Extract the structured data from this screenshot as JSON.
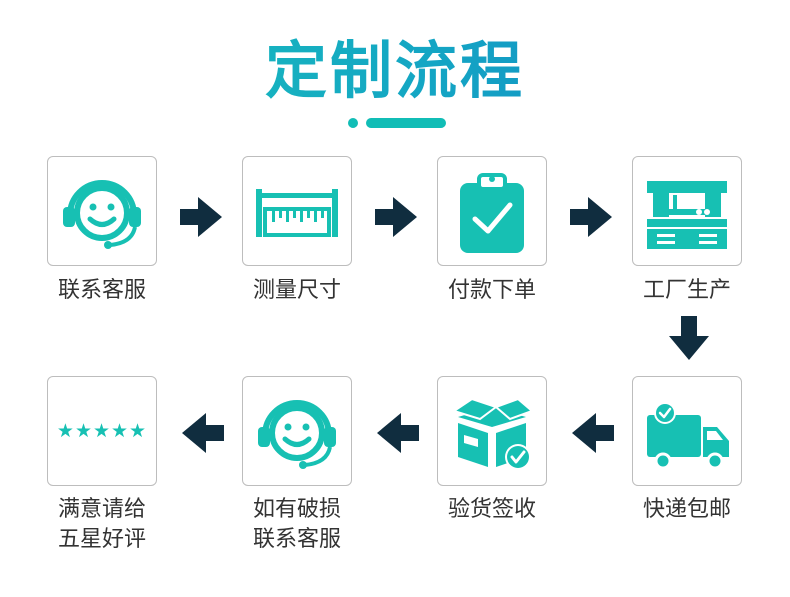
{
  "title": "定制流程",
  "colors": {
    "accent": "#17c0b3",
    "arrow": "#102d3f"
  },
  "steps": [
    {
      "label": "联系客服",
      "icon": "headset-smiley-icon"
    },
    {
      "label": "测量尺寸",
      "icon": "ruler-icon"
    },
    {
      "label": "付款下单",
      "icon": "clipboard-check-icon"
    },
    {
      "label": "工厂生产",
      "icon": "factory-machine-icon"
    },
    {
      "label": "快递包邮",
      "icon": "delivery-truck-icon"
    },
    {
      "label": "验货签收",
      "icon": "package-check-icon"
    },
    {
      "label_line1": "如有破损",
      "label_line2": "联系客服",
      "icon": "headset-smiley-icon"
    },
    {
      "label_line1": "满意请给",
      "label_line2": "五星好评",
      "icon": "five-stars-icon",
      "stars": "★★★★★"
    }
  ]
}
